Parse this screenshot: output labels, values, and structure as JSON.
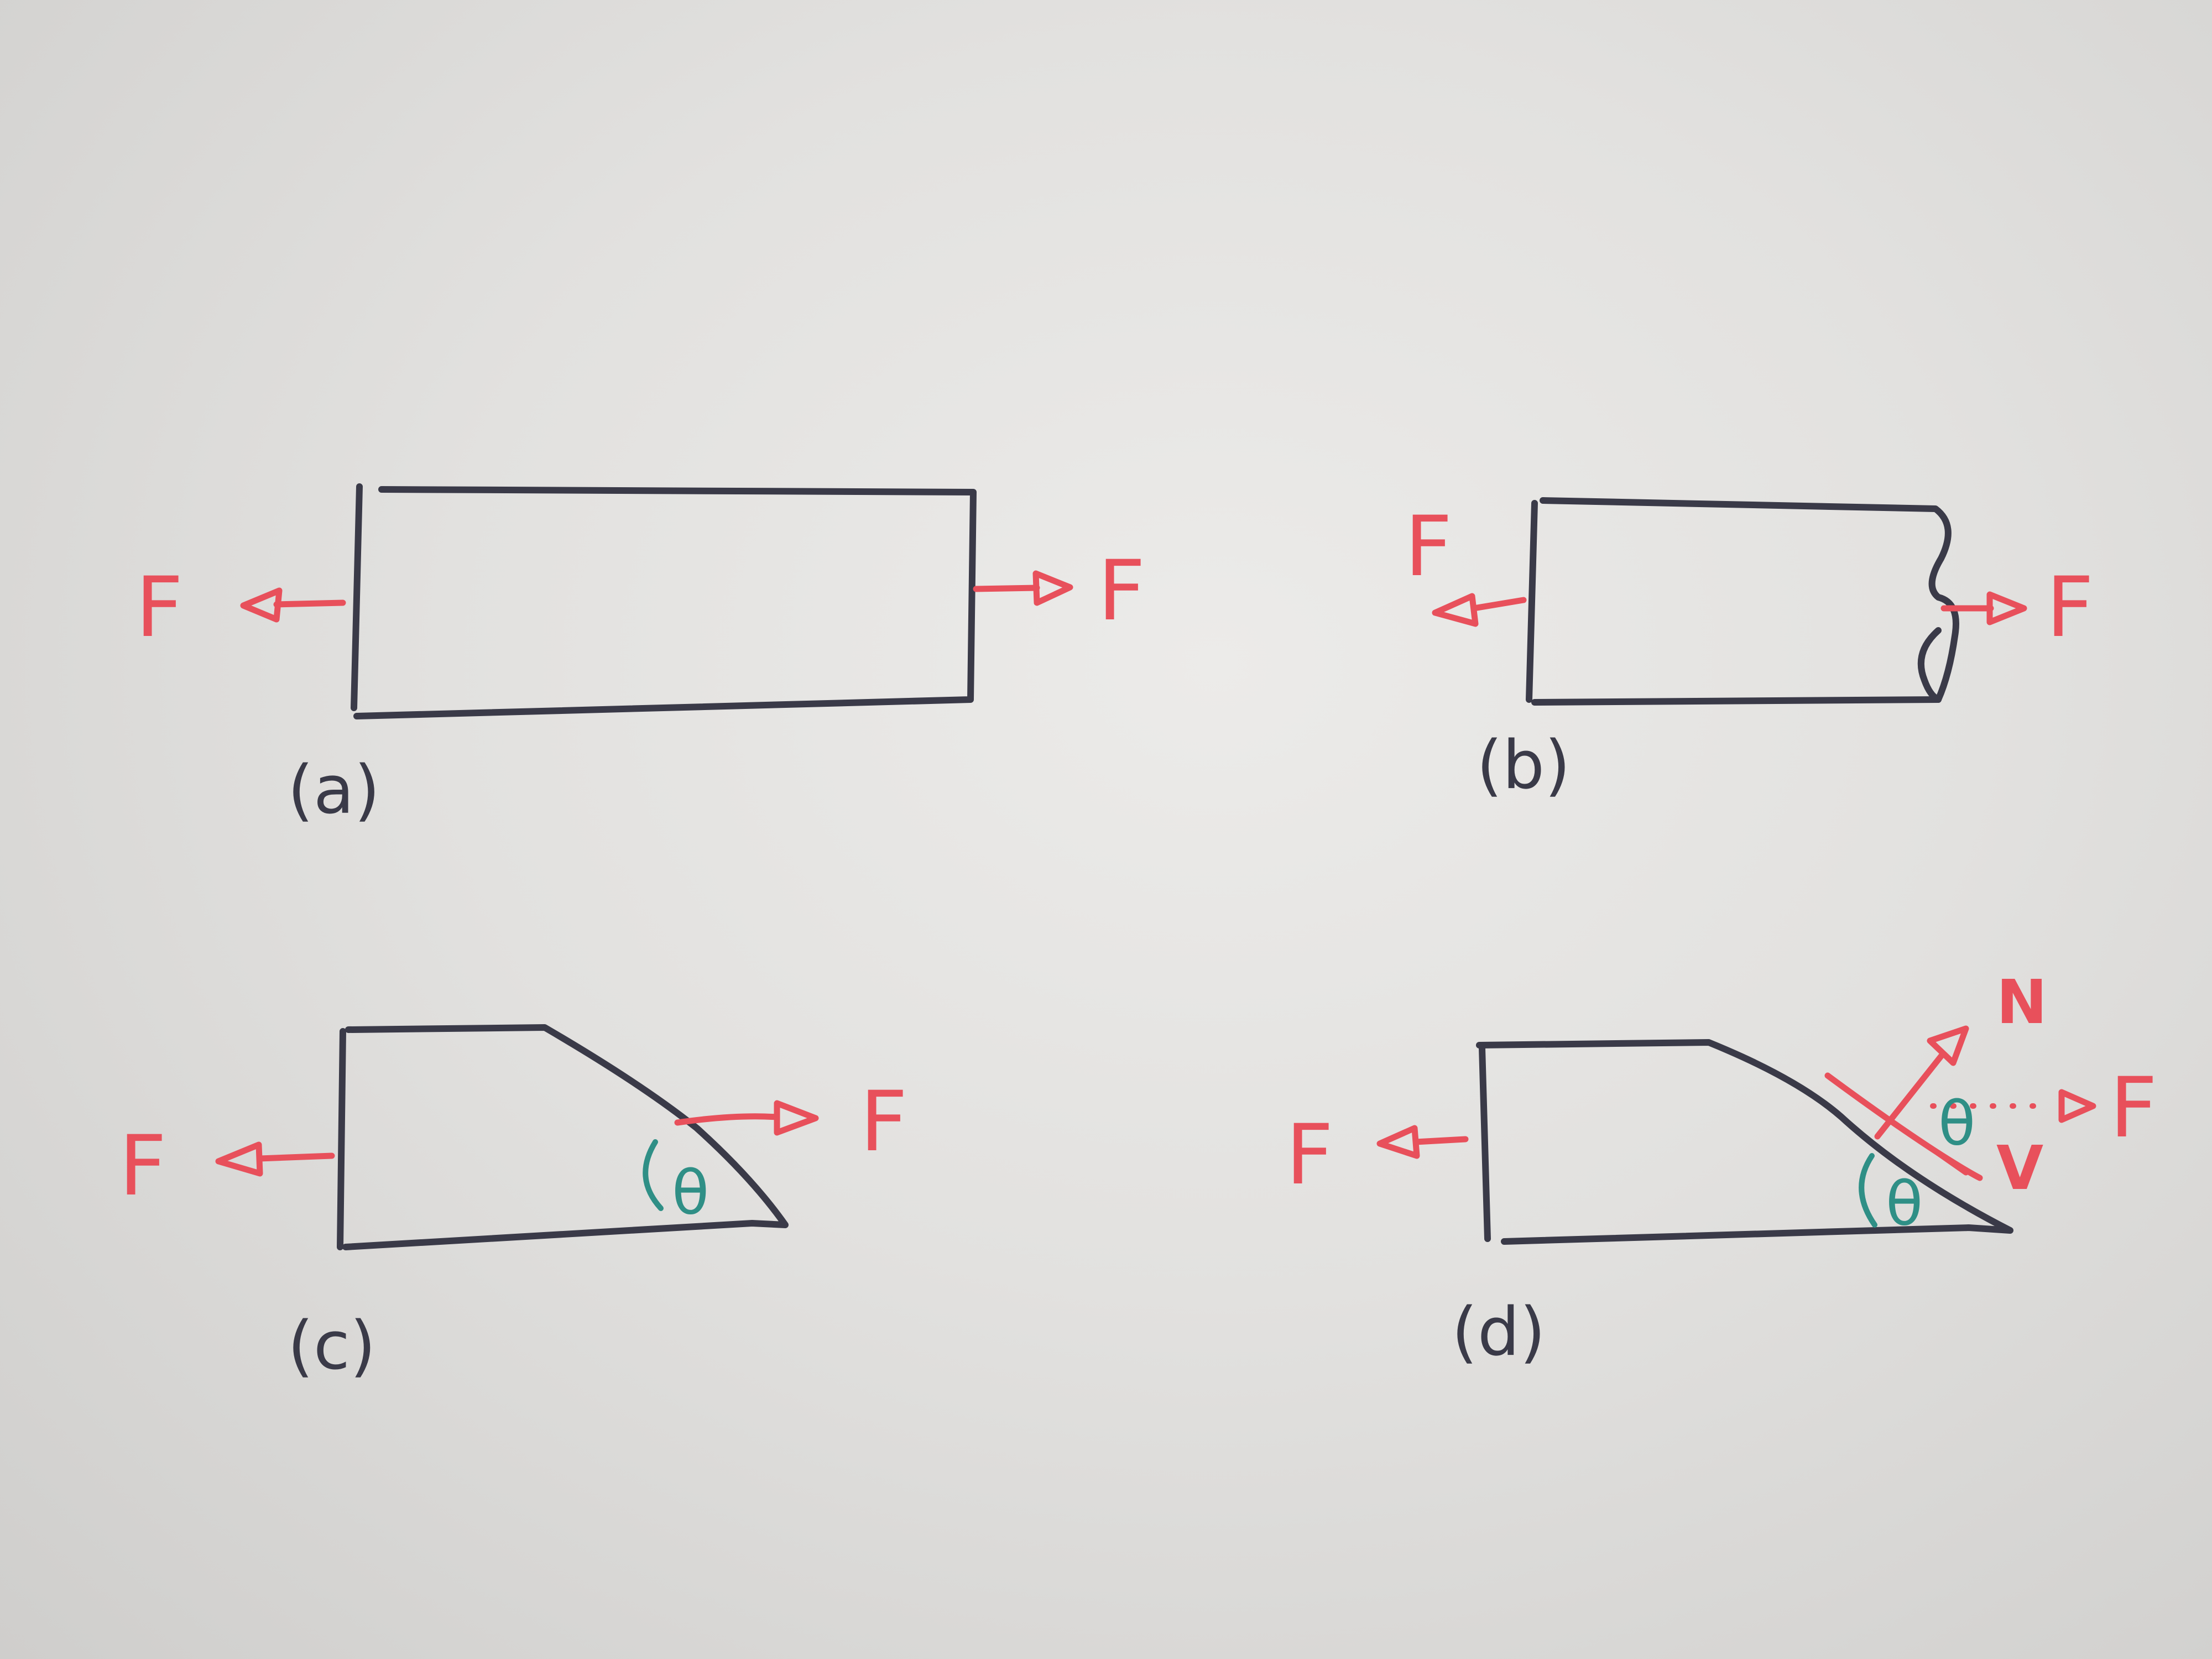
{
  "panels": [
    {
      "caption": "(a)",
      "force_left": "F",
      "force_right": "F"
    },
    {
      "caption": "(b)",
      "force_left": "F",
      "force_right": "F"
    },
    {
      "caption": "(c)",
      "force_left": "F",
      "force_right": "F",
      "angle": "θ"
    },
    {
      "caption": "(d)",
      "force_left": "F",
      "force_right": "F",
      "angle": "θ",
      "angle_small": "θ",
      "normal": "N",
      "shear": "V"
    }
  ],
  "colors": {
    "outline": "#3a3a48",
    "force": "#e8505b",
    "angle": "#2f8f86"
  }
}
